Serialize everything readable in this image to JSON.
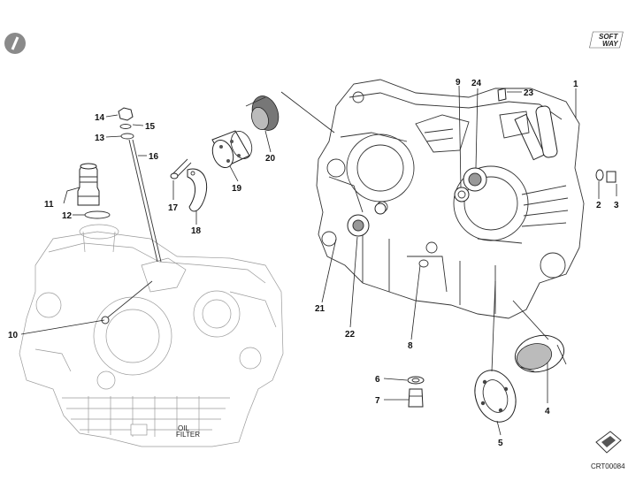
{
  "diagram": {
    "code": "CRT00084",
    "brand_mark": [
      "SOFT",
      "WAY"
    ],
    "stamp_text": [
      "OIL",
      "FILTER"
    ],
    "callouts": [
      "1",
      "2",
      "3",
      "4",
      "5",
      "6",
      "7",
      "8",
      "9",
      "10",
      "11",
      "12",
      "13",
      "14",
      "15",
      "16",
      "17",
      "18",
      "19",
      "20",
      "21",
      "22",
      "23",
      "24"
    ]
  }
}
